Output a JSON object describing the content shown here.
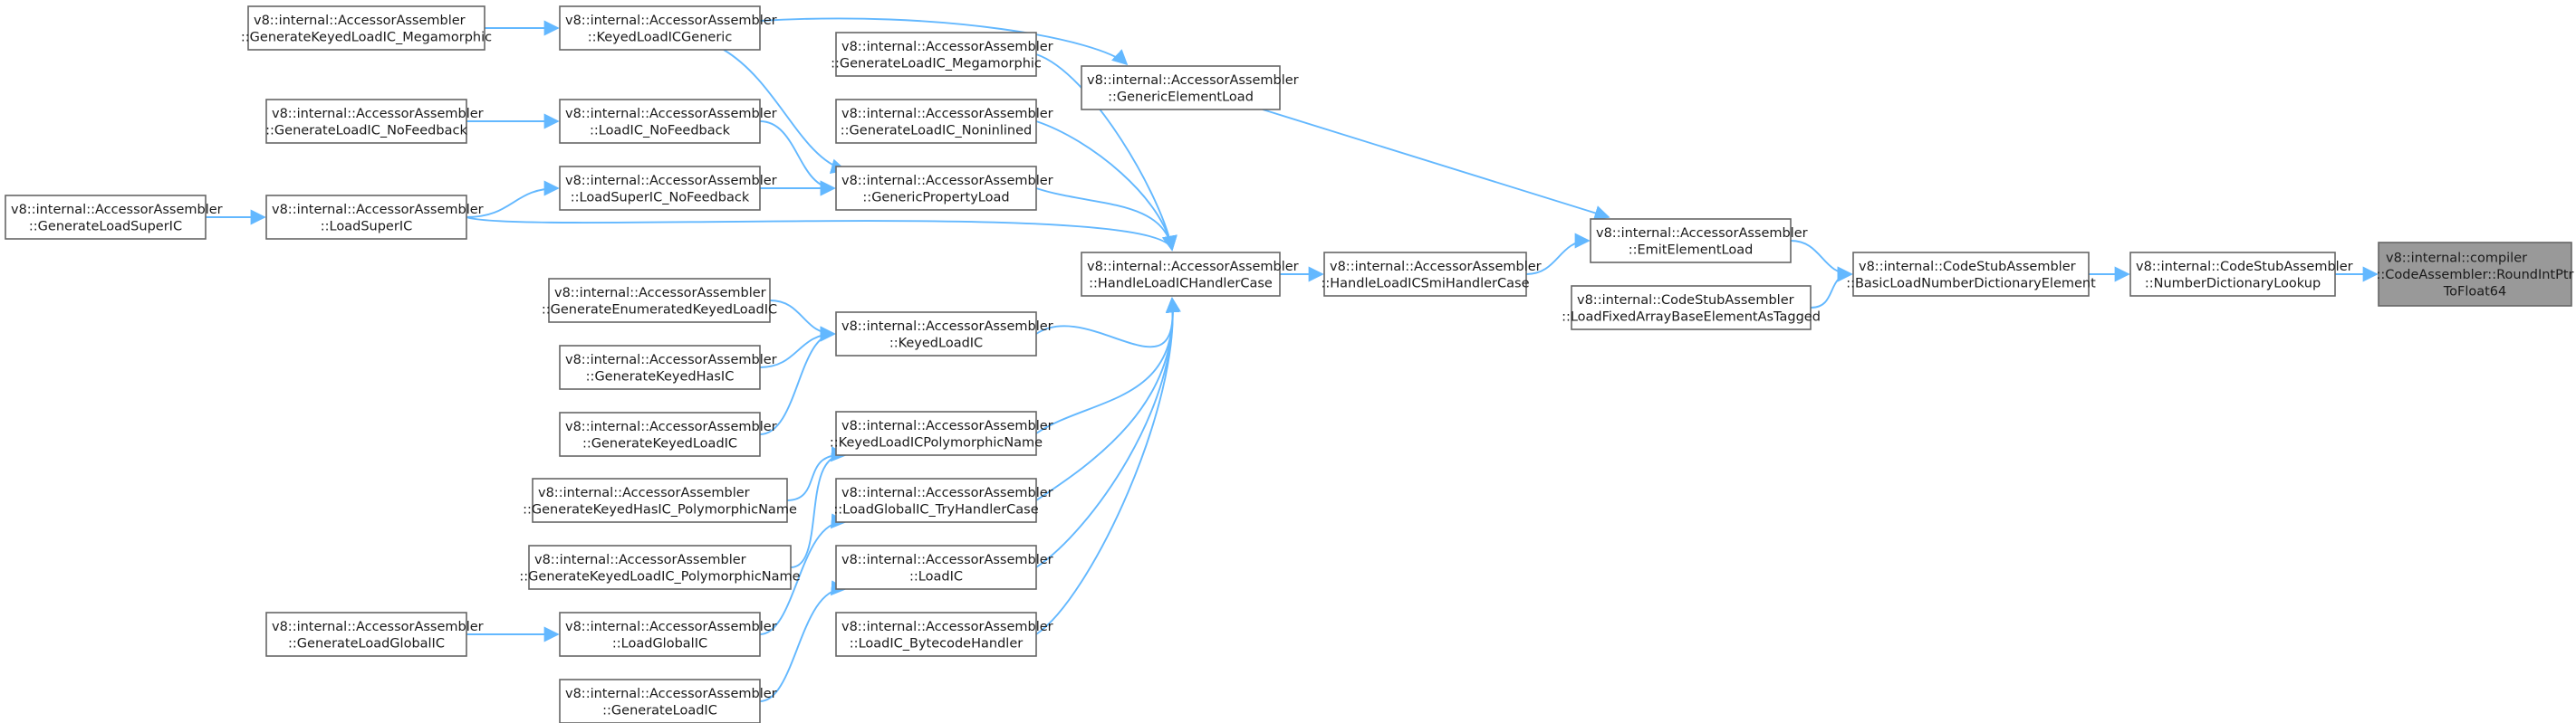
{
  "colors": {
    "edge": "#63b8ff",
    "node_border": "#666666",
    "root_fill": "#999999",
    "background": "#ffffff"
  },
  "nodes": [
    {
      "id": "round",
      "lines": [
        "v8::internal::compiler",
        "::CodeAssembler::RoundIntPtr",
        "ToFloat64"
      ],
      "root": true
    },
    {
      "id": "ndl",
      "lines": [
        "v8::internal::CodeStubAssembler",
        "::NumberDictionaryLookup"
      ]
    },
    {
      "id": "blnde",
      "lines": [
        "v8::internal::CodeStubAssembler",
        "::BasicLoadNumberDictionaryElement"
      ]
    },
    {
      "id": "eel",
      "lines": [
        "v8::internal::AccessorAssembler",
        "::EmitElementLoad"
      ]
    },
    {
      "id": "lfabe",
      "lines": [
        "v8::internal::CodeStubAssembler",
        "::LoadFixedArrayBaseElementAsTagged"
      ]
    },
    {
      "id": "gel",
      "lines": [
        "v8::internal::AccessorAssembler",
        "::GenericElementLoad"
      ]
    },
    {
      "id": "hlsmi",
      "lines": [
        "v8::internal::AccessorAssembler",
        "::HandleLoadICSmiHandlerCase"
      ]
    },
    {
      "id": "hlh",
      "lines": [
        "v8::internal::AccessorAssembler",
        "::HandleLoadICHandlerCase"
      ]
    },
    {
      "id": "klicg",
      "lines": [
        "v8::internal::AccessorAssembler",
        "::KeyedLoadICGeneric"
      ]
    },
    {
      "id": "glmega",
      "lines": [
        "v8::internal::AccessorAssembler",
        "::GenerateLoadIC_Megamorphic"
      ]
    },
    {
      "id": "glnonin",
      "lines": [
        "v8::internal::AccessorAssembler",
        "::GenerateLoadIC_Noninlined"
      ]
    },
    {
      "id": "gpl",
      "lines": [
        "v8::internal::AccessorAssembler",
        "::GenericPropertyLoad"
      ]
    },
    {
      "id": "klic",
      "lines": [
        "v8::internal::AccessorAssembler",
        "::KeyedLoadIC"
      ]
    },
    {
      "id": "klicpn",
      "lines": [
        "v8::internal::AccessorAssembler",
        "::KeyedLoadICPolymorphicName"
      ]
    },
    {
      "id": "lgthc",
      "lines": [
        "v8::internal::AccessorAssembler",
        "::LoadGlobalIC_TryHandlerCase"
      ]
    },
    {
      "id": "loadic",
      "lines": [
        "v8::internal::AccessorAssembler",
        "::LoadIC"
      ]
    },
    {
      "id": "licbh",
      "lines": [
        "v8::internal::AccessorAssembler",
        "::LoadIC_BytecodeHandler"
      ]
    },
    {
      "id": "gklmega",
      "lines": [
        "v8::internal::AccessorAssembler",
        "::GenerateKeyedLoadIC_Megamorphic"
      ]
    },
    {
      "id": "lnofb",
      "lines": [
        "v8::internal::AccessorAssembler",
        "::LoadIC_NoFeedback"
      ]
    },
    {
      "id": "glnofb",
      "lines": [
        "v8::internal::AccessorAssembler",
        "::GenerateLoadIC_NoFeedback"
      ]
    },
    {
      "id": "lsnofb",
      "lines": [
        "v8::internal::AccessorAssembler",
        "::LoadSuperIC_NoFeedback"
      ]
    },
    {
      "id": "lsuper",
      "lines": [
        "v8::internal::AccessorAssembler",
        "::LoadSuperIC"
      ]
    },
    {
      "id": "glsuper",
      "lines": [
        "v8::internal::AccessorAssembler",
        "::GenerateLoadSuperIC"
      ]
    },
    {
      "id": "geklic",
      "lines": [
        "v8::internal::AccessorAssembler",
        "::GenerateEnumeratedKeyedLoadIC"
      ]
    },
    {
      "id": "gkhic",
      "lines": [
        "v8::internal::AccessorAssembler",
        "::GenerateKeyedHasIC"
      ]
    },
    {
      "id": "gklic",
      "lines": [
        "v8::internal::AccessorAssembler",
        "::GenerateKeyedLoadIC"
      ]
    },
    {
      "id": "gkhpn",
      "lines": [
        "v8::internal::AccessorAssembler",
        "::GenerateKeyedHasIC_PolymorphicName"
      ]
    },
    {
      "id": "gklpn",
      "lines": [
        "v8::internal::AccessorAssembler",
        "::GenerateKeyedLoadIC_PolymorphicName"
      ]
    },
    {
      "id": "lgic",
      "lines": [
        "v8::internal::AccessorAssembler",
        "::LoadGlobalIC"
      ]
    },
    {
      "id": "glgic",
      "lines": [
        "v8::internal::AccessorAssembler",
        "::GenerateLoadGlobalIC"
      ]
    },
    {
      "id": "glic",
      "lines": [
        "v8::internal::AccessorAssembler",
        "::GenerateLoadIC"
      ]
    }
  ],
  "edges": [
    [
      "ndl",
      "round"
    ],
    [
      "blnde",
      "ndl"
    ],
    [
      "eel",
      "blnde"
    ],
    [
      "lfabe",
      "blnde"
    ],
    [
      "gel",
      "eel"
    ],
    [
      "hlsmi",
      "eel"
    ],
    [
      "hlh",
      "hlsmi"
    ],
    [
      "klicg",
      "gel"
    ],
    [
      "glmega",
      "hlh"
    ],
    [
      "glnonin",
      "hlh"
    ],
    [
      "gpl",
      "hlh"
    ],
    [
      "lsuper",
      "hlh"
    ],
    [
      "klic",
      "hlh"
    ],
    [
      "klicpn",
      "hlh"
    ],
    [
      "lgthc",
      "hlh"
    ],
    [
      "loadic",
      "hlh"
    ],
    [
      "licbh",
      "hlh"
    ],
    [
      "gklmega",
      "klicg"
    ],
    [
      "klicg",
      "gpl"
    ],
    [
      "lnofb",
      "gpl"
    ],
    [
      "lsnofb",
      "gpl"
    ],
    [
      "glnofb",
      "lnofb"
    ],
    [
      "lsuper",
      "lsnofb"
    ],
    [
      "glsuper",
      "lsuper"
    ],
    [
      "geklic",
      "klic"
    ],
    [
      "gkhic",
      "klic"
    ],
    [
      "gklic",
      "klic"
    ],
    [
      "gkhpn",
      "klicpn"
    ],
    [
      "gklpn",
      "klicpn"
    ],
    [
      "lgic",
      "lgthc"
    ],
    [
      "glgic",
      "lgic"
    ],
    [
      "glic",
      "loadic"
    ]
  ]
}
